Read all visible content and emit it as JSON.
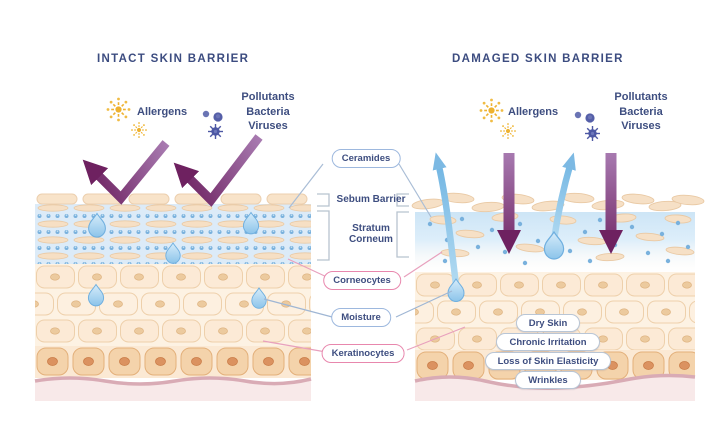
{
  "diagram": {
    "left_panel": {
      "title": "INTACT SKIN BARRIER",
      "allergens_label": "Allergens",
      "pollutants": [
        "Pollutants",
        "Bacteria",
        "Viruses"
      ]
    },
    "right_panel": {
      "title": "DAMAGED SKIN BARRIER",
      "allergens_label": "Allergens",
      "pollutants": [
        "Pollutants",
        "Bacteria",
        "Viruses"
      ],
      "damage_effects": [
        "Dry Skin",
        "Chronic Irritation",
        "Loss of Skin Elasticity",
        "Wrinkles"
      ]
    },
    "layer_labels": {
      "ceramides": "Ceramides",
      "sebum_barrier": "Sebum Barrier",
      "stratum_corneum": "Stratum Corneum",
      "corneocytes": "Corneocytes",
      "moisture": "Moisture",
      "keratinocytes": "Keratinocytes"
    },
    "icons": {
      "allergen": "pollen-sun-icon",
      "bacteria": "bacteria-dots-icon",
      "virus": "virus-icon",
      "moisture": "water-droplet-icon",
      "blocked": "deflected-arrow-icon",
      "penetrating": "down-arrow-icon",
      "escaping_moisture": "up-arrow-icon"
    },
    "colors": {
      "heading": "#3c4c80",
      "pill_blue_border": "#9db8de",
      "pill_pink_border": "#e887ad",
      "arrow_purple": "#6e2160",
      "arrow_blue": "#7cb9e3",
      "droplet": "#8cc4ea",
      "allergen_yellow": "#efb42d",
      "microbe_indigo": "#5560a8"
    }
  }
}
